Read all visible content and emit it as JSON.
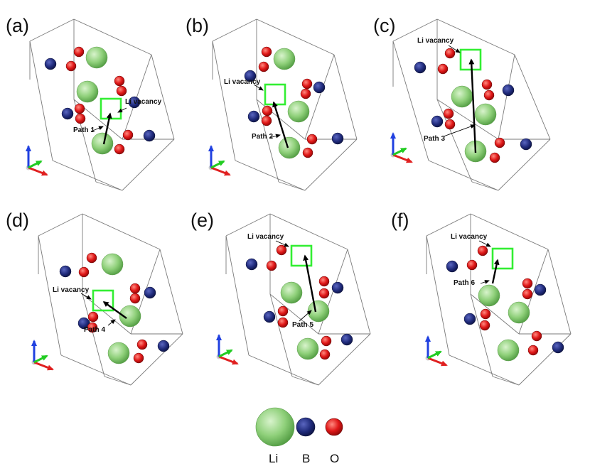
{
  "panels": [
    {
      "id": "a",
      "label": "(a)",
      "vacancy_text": "Li vacancy",
      "path_text": "Path 1"
    },
    {
      "id": "b",
      "label": "(b)",
      "vacancy_text": "Li vacancy",
      "path_text": "Path 2"
    },
    {
      "id": "c",
      "label": "(c)",
      "vacancy_text": "Li vacancy",
      "path_text": "Path 3"
    },
    {
      "id": "d",
      "label": "(d)",
      "vacancy_text": "Li vacancy",
      "path_text": "Path 4"
    },
    {
      "id": "e",
      "label": "(e)",
      "vacancy_text": "Li vacancy",
      "path_text": "Path 5"
    },
    {
      "id": "f",
      "label": "(f)",
      "vacancy_text": "Li vacancy",
      "path_text": "Path 6"
    }
  ],
  "legend": [
    {
      "symbol": "Li",
      "color": "#8fd07a"
    },
    {
      "symbol": "B",
      "color": "#1f2a7a"
    },
    {
      "symbol": "O",
      "color": "#e01818"
    }
  ],
  "colors": {
    "li": "#8fd07a",
    "b": "#1f2a7a",
    "o": "#e01818",
    "vacancy_box": "#33ee33",
    "axis_x": "#e02020",
    "axis_y": "#22cc22",
    "axis_z": "#2040e0"
  }
}
